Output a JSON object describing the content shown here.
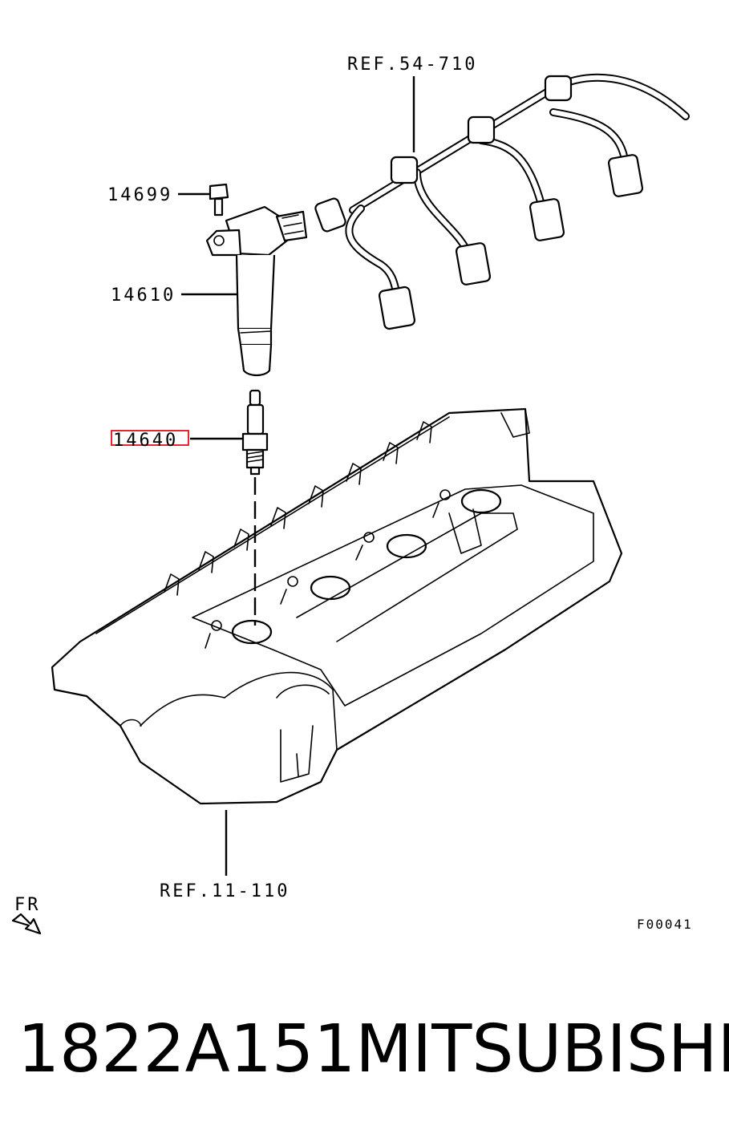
{
  "callouts": {
    "harness_ref": "REF.54-710",
    "bolt": "14699",
    "coil": "14610",
    "plug": "14640",
    "cover_ref": "REF.11-110"
  },
  "direction_label": "FR",
  "figure_code": "F00041",
  "footer": {
    "part_number": "1822A151",
    "brand": "MITSUBISHI"
  },
  "highlight_color": "#e0101a"
}
